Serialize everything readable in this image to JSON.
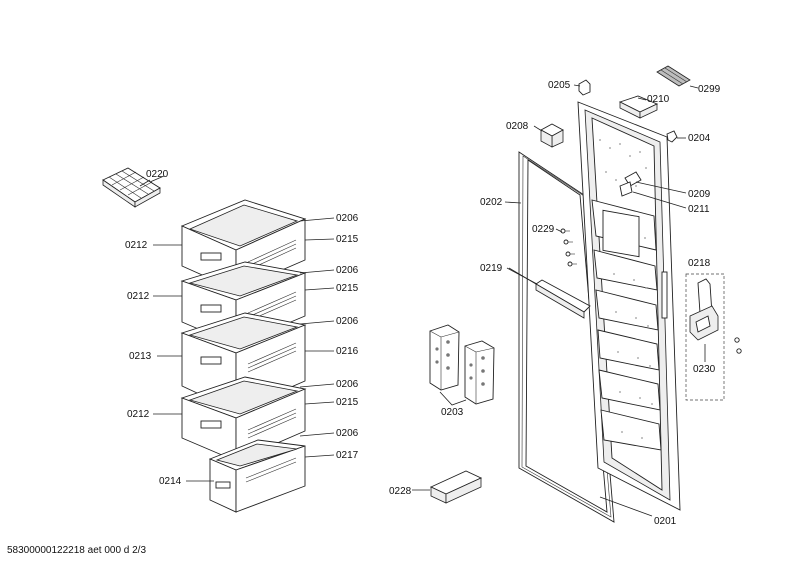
{
  "labels": {
    "l0220": "0220",
    "l0206a": "0206",
    "l0215a": "0215",
    "l0212a": "0212",
    "l0206b": "0206",
    "l0215b": "0215",
    "l0212b": "0212",
    "l0206c": "0206",
    "l0216": "0216",
    "l0213": "0213",
    "l0206d": "0206",
    "l0215c": "0215",
    "l0212c": "0212",
    "l0206e": "0206",
    "l0217": "0217",
    "l0214": "0214",
    "l0205": "0205",
    "l0210": "0210",
    "l0299": "0299",
    "l0208": "0208",
    "l0204": "0204",
    "l0202": "0202",
    "l0209": "0209",
    "l0211": "0211",
    "l0229": "0229",
    "l0219": "0219",
    "l0218": "0218",
    "l0230": "0230",
    "l0203": "0203",
    "l0228": "0228",
    "l0201": "0201"
  },
  "footer": "58300000122218 aet 000 d 2/3"
}
